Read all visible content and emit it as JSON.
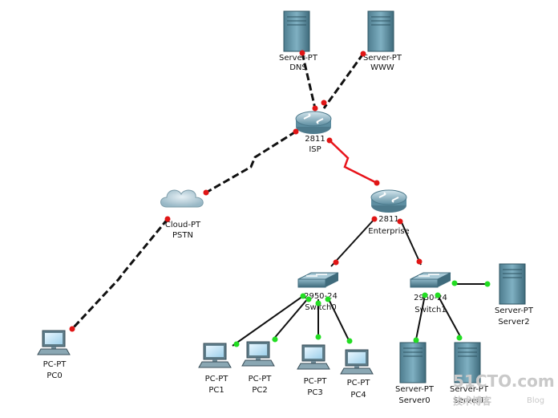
{
  "diagram": {
    "devices": [
      {
        "id": "dns",
        "type": "server",
        "label_model": "Server-PT",
        "label_name": "DNS"
      },
      {
        "id": "www",
        "type": "server",
        "label_model": "Server-PT",
        "label_name": "WWW"
      },
      {
        "id": "isp",
        "type": "router",
        "label_model": "2811",
        "label_name": "ISP"
      },
      {
        "id": "cloud",
        "type": "cloud",
        "label_model": "Cloud-PT",
        "label_name": "PSTN"
      },
      {
        "id": "enterprise",
        "type": "router",
        "label_model": "2811",
        "label_name": "Enterprise"
      },
      {
        "id": "switch0",
        "type": "switch",
        "label_model": "2950-24",
        "label_name": "Switch0"
      },
      {
        "id": "switch1",
        "type": "switch",
        "label_model": "2950-24",
        "label_name": "Switch1"
      },
      {
        "id": "pc0",
        "type": "pc",
        "label_model": "PC-PT",
        "label_name": "PC0"
      },
      {
        "id": "pc1",
        "type": "pc",
        "label_model": "PC-PT",
        "label_name": "PC1"
      },
      {
        "id": "pc2",
        "type": "pc",
        "label_model": "PC-PT",
        "label_name": "PC2"
      },
      {
        "id": "pc3",
        "type": "pc",
        "label_model": "PC-PT",
        "label_name": "PC3"
      },
      {
        "id": "pc4",
        "type": "pc",
        "label_model": "PC-PT",
        "label_name": "PC4"
      },
      {
        "id": "server0",
        "type": "server",
        "label_model": "Server-PT",
        "label_name": "Server0"
      },
      {
        "id": "server1",
        "type": "server",
        "label_model": "Server-PT",
        "label_name": "Server1"
      },
      {
        "id": "server2",
        "type": "server",
        "label_model": "Server-PT",
        "label_name": "Server2"
      }
    ],
    "links": [
      {
        "from": "dns",
        "to": "isp",
        "style": "crossover-dashed"
      },
      {
        "from": "www",
        "to": "isp",
        "style": "crossover-dashed"
      },
      {
        "from": "isp",
        "to": "cloud",
        "style": "phone-dashed"
      },
      {
        "from": "cloud",
        "to": "pc0",
        "style": "phone-dashed"
      },
      {
        "from": "isp",
        "to": "enterprise",
        "style": "serial-red"
      },
      {
        "from": "enterprise",
        "to": "switch0",
        "style": "straight"
      },
      {
        "from": "enterprise",
        "to": "switch1",
        "style": "straight"
      },
      {
        "from": "switch0",
        "to": "pc1",
        "style": "straight"
      },
      {
        "from": "switch0",
        "to": "pc2",
        "style": "straight"
      },
      {
        "from": "switch0",
        "to": "pc3",
        "style": "straight"
      },
      {
        "from": "switch0",
        "to": "pc4",
        "style": "straight"
      },
      {
        "from": "switch1",
        "to": "server0",
        "style": "straight"
      },
      {
        "from": "switch1",
        "to": "server1",
        "style": "straight"
      },
      {
        "from": "switch1",
        "to": "server2",
        "style": "straight"
      }
    ],
    "colors": {
      "link_black": "#111111",
      "serial": "#e8141b",
      "port_down": "#e01515",
      "port_up": "#22dd22",
      "server_body": "#5f8ea0",
      "router_body": "#7ea7b8",
      "switch_body": "#5f8ea0"
    }
  },
  "watermark": {
    "main": "51CTO.com",
    "sub": "技术博客",
    "blog": "Blog"
  }
}
